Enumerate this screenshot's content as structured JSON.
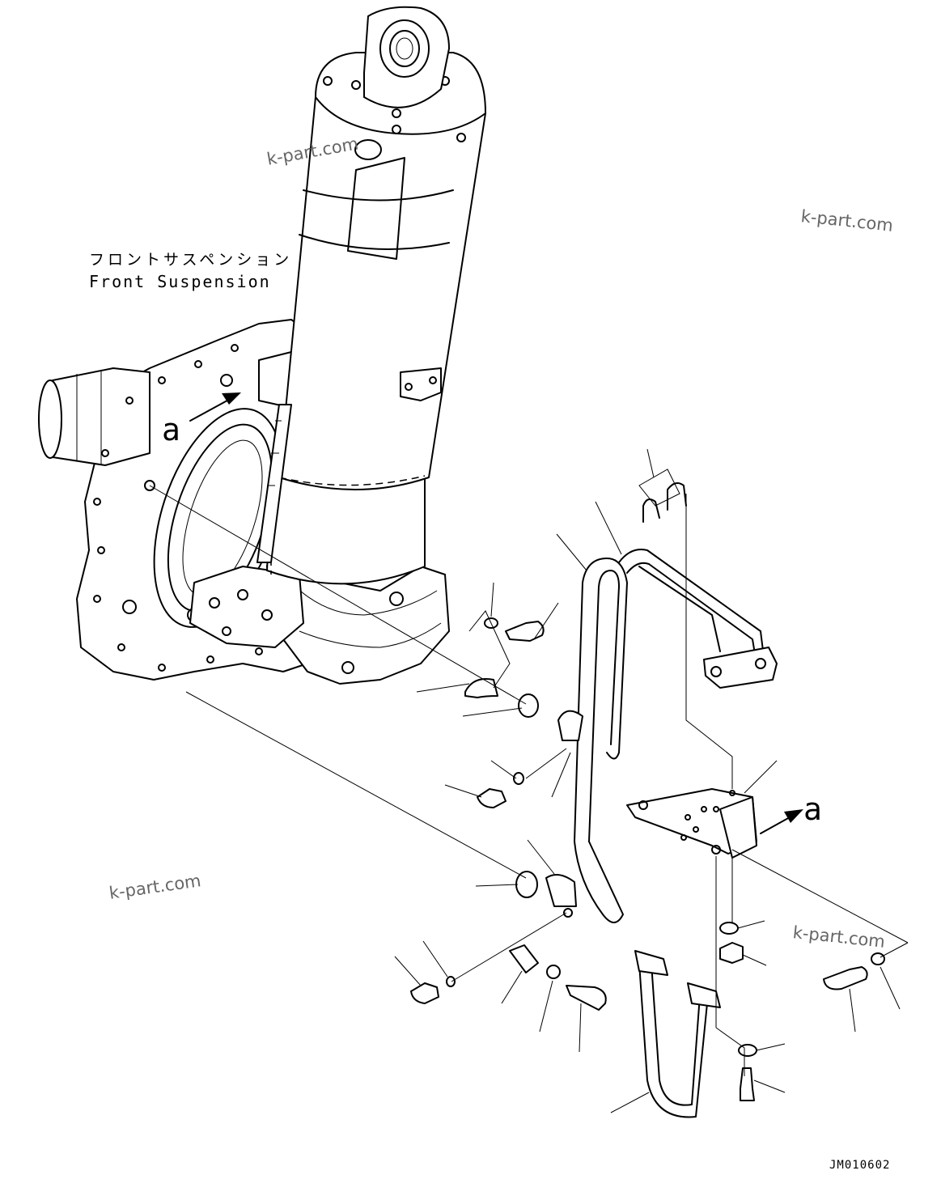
{
  "labels": {
    "title_jp": "フロントサスペンション",
    "title_en": "Front Suspension",
    "view_a_left": "a",
    "view_a_right": "a"
  },
  "watermarks": [
    "k-part.com",
    "k-part.com",
    "k-part.com",
    "k-part.com"
  ],
  "drawing_code": "JM010602"
}
